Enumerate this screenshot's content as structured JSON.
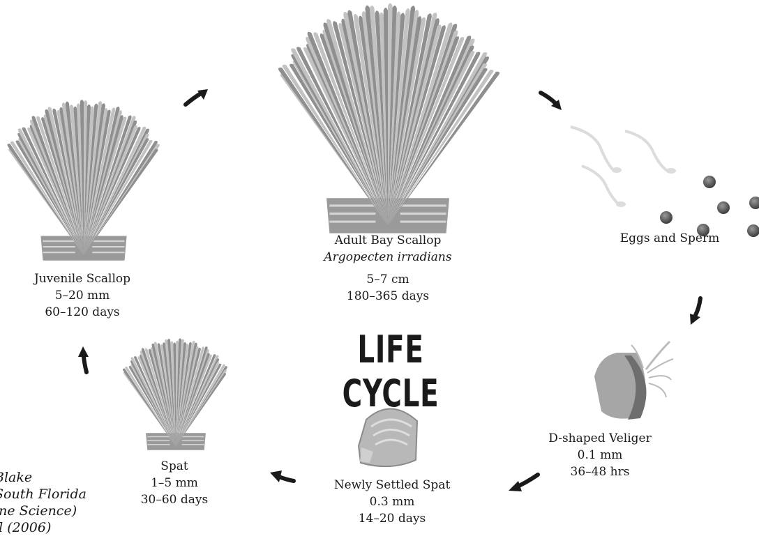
{
  "title": "LIFE CYCLE",
  "stages": {
    "adult": {
      "name": "Adult Bay Scallop",
      "species": "Argopecten irradians",
      "size": "5–7 cm",
      "duration": "180–365 days"
    },
    "eggs": {
      "name": "Eggs and Sperm"
    },
    "veliger": {
      "name": "D-shaped Veliger",
      "size": "0.1 mm",
      "duration": "36–48 hrs"
    },
    "settled": {
      "name": "Newly Settled Spat",
      "size": "0.3 mm",
      "duration": "14–20 days"
    },
    "spat": {
      "name": "Spat",
      "size": "1–5 mm",
      "duration": "30–60 days"
    },
    "juvenile": {
      "name": "Juvenile Scallop",
      "size": "5–20 mm",
      "duration": "60–120 days"
    }
  },
  "credit": {
    "line1": "Blake",
    "line2": "South Florida",
    "line3": "ine Science)",
    "line4": "ll (2006)"
  },
  "colors": {
    "rib_light": "#c2c2c2",
    "rib_dark": "#8f8f8f",
    "arrow": "#1a1a1a",
    "sperm": "#dcdcdc",
    "egg": "#555555"
  }
}
